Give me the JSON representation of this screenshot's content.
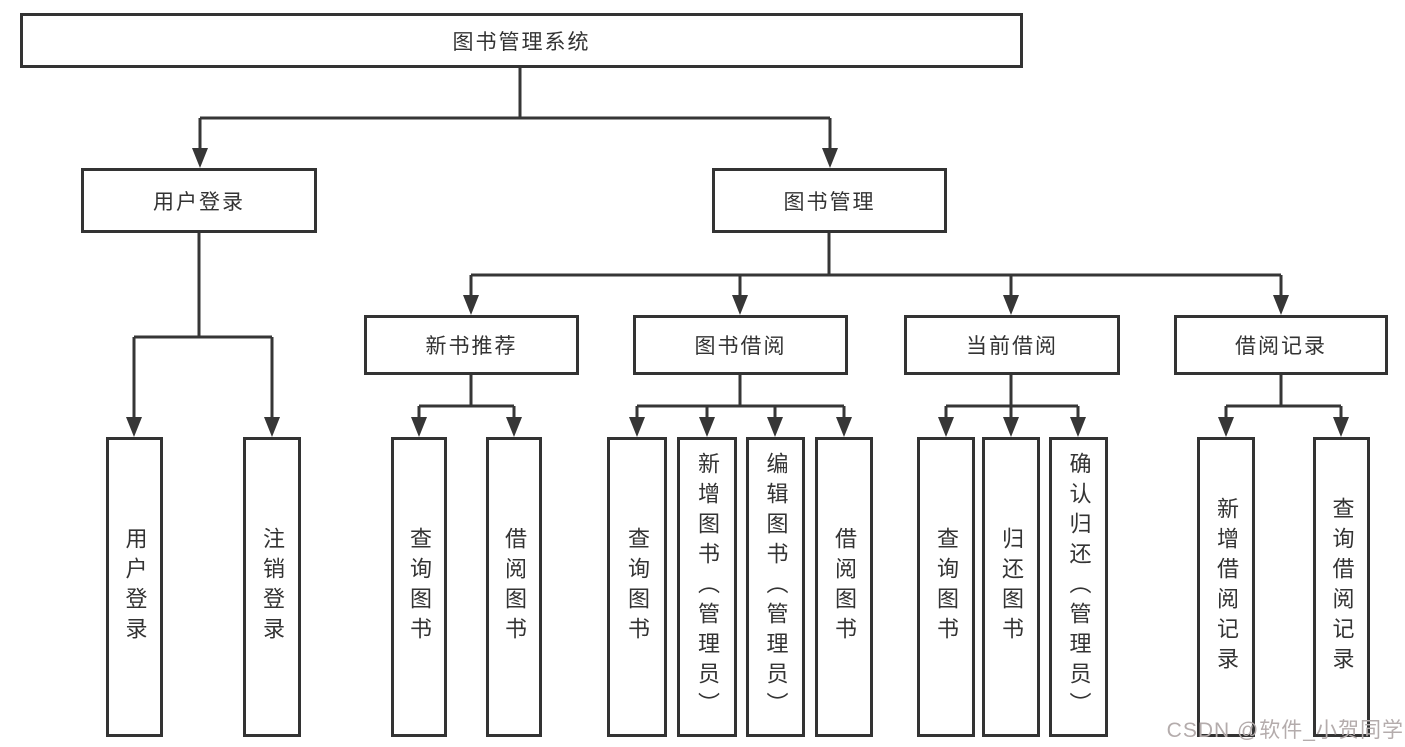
{
  "tree": {
    "label": "图书管理系统",
    "children": [
      {
        "label": "用户登录",
        "children": [
          {
            "label": "用户登录"
          },
          {
            "label": "注销登录"
          }
        ]
      },
      {
        "label": "图书管理",
        "children": [
          {
            "label": "新书推荐",
            "children": [
              {
                "label": "查询图书"
              },
              {
                "label": "借阅图书"
              }
            ]
          },
          {
            "label": "图书借阅",
            "children": [
              {
                "label": "查询图书"
              },
              {
                "label": "新增图书（管理员）"
              },
              {
                "label": "编辑图书（管理员）"
              },
              {
                "label": "借阅图书"
              }
            ]
          },
          {
            "label": "当前借阅",
            "children": [
              {
                "label": "查询图书"
              },
              {
                "label": "归还图书"
              },
              {
                "label": "确认归还（管理员）"
              }
            ]
          },
          {
            "label": "借阅记录",
            "children": [
              {
                "label": "新增借阅记录"
              },
              {
                "label": "查询借阅记录"
              }
            ]
          }
        ]
      }
    ]
  },
  "watermark": {
    "text": "CSDN @软件_小贺同学"
  },
  "colors": {
    "line": "#363636",
    "box_border": "#333333",
    "text": "#333333",
    "watermark": "#b4acac",
    "background": "#ffffff"
  }
}
